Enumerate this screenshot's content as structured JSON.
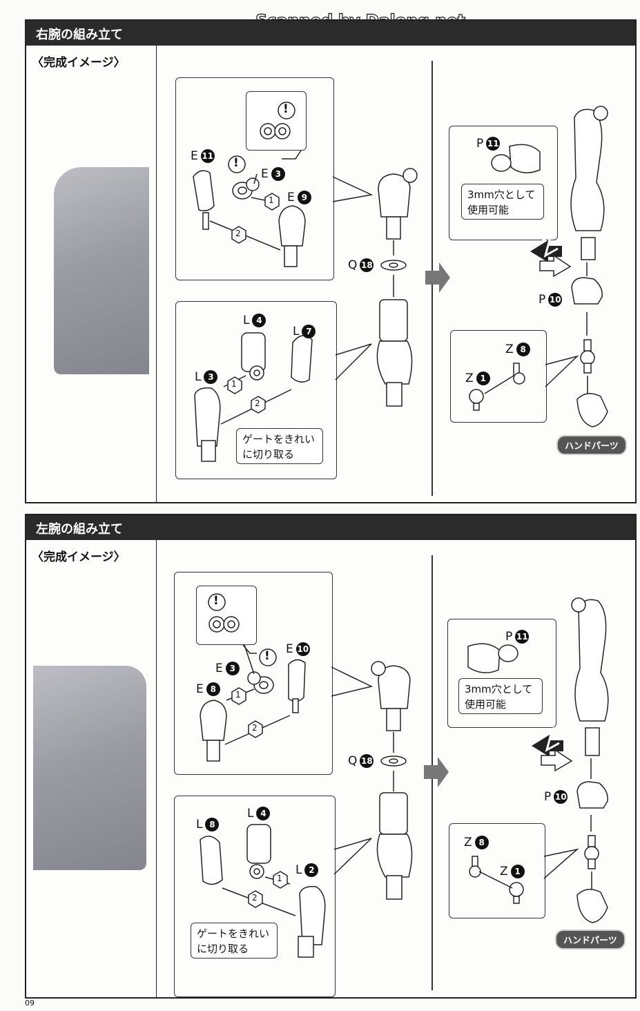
{
  "watermark": "Scanned by Dalong.net",
  "page_number": "09",
  "sections": [
    {
      "title": "右腕の組み立て",
      "image_label": "〈完成イメージ〉",
      "parts": {
        "e11": {
          "letter": "E",
          "num": "11"
        },
        "e3": {
          "letter": "E",
          "num": "3"
        },
        "e9": {
          "letter": "E",
          "num": "9"
        },
        "q18": {
          "letter": "Q",
          "num": "18"
        },
        "l4": {
          "letter": "L",
          "num": "4"
        },
        "l7": {
          "letter": "L",
          "num": "7"
        },
        "l3": {
          "letter": "L",
          "num": "3"
        },
        "p11": {
          "letter": "P",
          "num": "11"
        },
        "p10": {
          "letter": "P",
          "num": "10"
        },
        "z8": {
          "letter": "Z",
          "num": "8"
        },
        "z1": {
          "letter": "Z",
          "num": "1"
        }
      },
      "step1": "1",
      "step2": "2",
      "gate_note_line1": "ゲートをきれい",
      "gate_note_line2": "に切り取る",
      "hole_note_line1": "3mm穴として",
      "hole_note_line2": "使用可能",
      "hand_badge": "ハンドパーツ",
      "warning_mark": "!"
    },
    {
      "title": "左腕の組み立て",
      "image_label": "〈完成イメージ〉",
      "parts": {
        "e10": {
          "letter": "E",
          "num": "10"
        },
        "e3": {
          "letter": "E",
          "num": "3"
        },
        "e8": {
          "letter": "E",
          "num": "8"
        },
        "q18": {
          "letter": "Q",
          "num": "18"
        },
        "l4": {
          "letter": "L",
          "num": "4"
        },
        "l8": {
          "letter": "L",
          "num": "8"
        },
        "l2": {
          "letter": "L",
          "num": "2"
        },
        "p11": {
          "letter": "P",
          "num": "11"
        },
        "p10": {
          "letter": "P",
          "num": "10"
        },
        "z8": {
          "letter": "Z",
          "num": "8"
        },
        "z1": {
          "letter": "Z",
          "num": "1"
        }
      },
      "step1": "1",
      "step2": "2",
      "gate_note_line1": "ゲートをきれい",
      "gate_note_line2": "に切り取る",
      "hole_note_line1": "3mm穴として",
      "hole_note_line2": "使用可能",
      "hand_badge": "ハンドパーツ",
      "warning_mark": "!"
    }
  ]
}
